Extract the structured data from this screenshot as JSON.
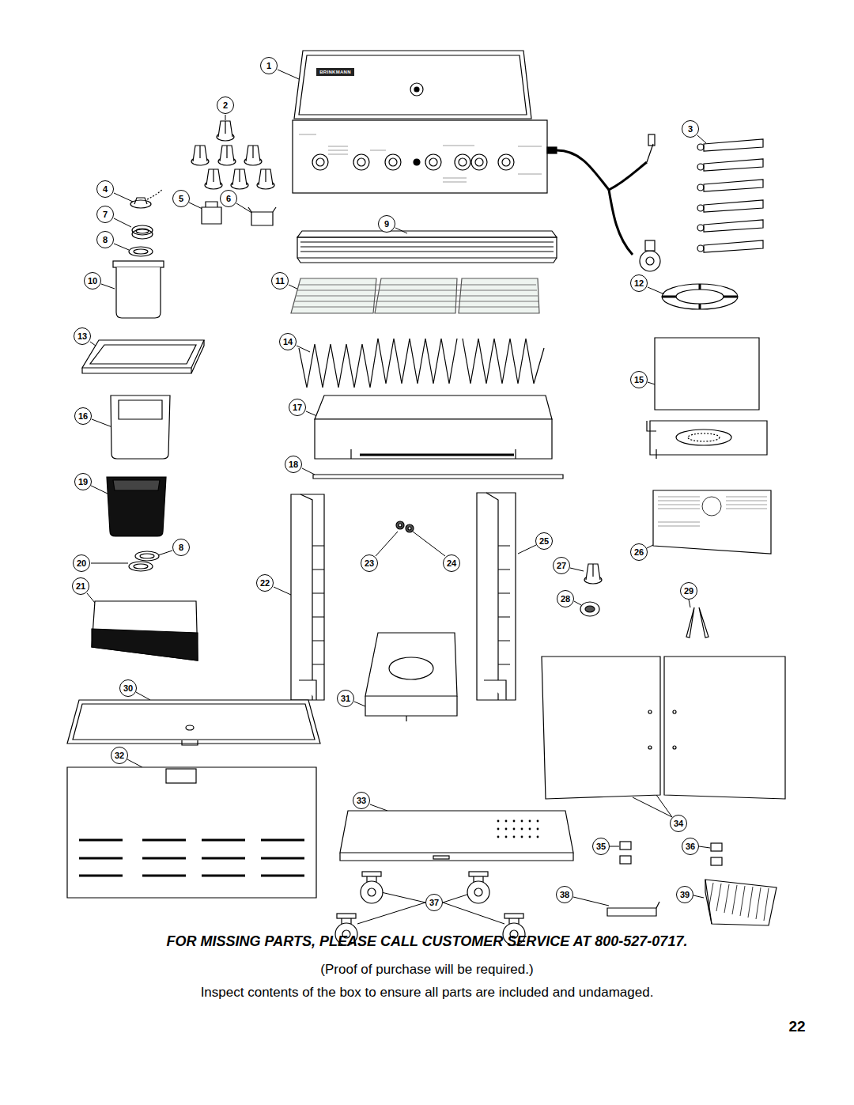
{
  "diagram": {
    "labels": [
      "1",
      "2",
      "3",
      "4",
      "5",
      "6",
      "7",
      "9",
      "8",
      "10",
      "11",
      "12",
      "13",
      "14",
      "15",
      "16",
      "17",
      "18",
      "19",
      "8",
      "25",
      "20",
      "23",
      "24",
      "26",
      "27",
      "21",
      "22",
      "29",
      "28",
      "30",
      "31",
      "32",
      "33",
      "34",
      "35",
      "36",
      "37",
      "38",
      "39",
      "FOR MISSING PARTS, PLEASE CALL CUSTOMER SERVICE AT 800-527-0717.",
      "(Proof of purchase will be required.)",
      "Inspect contents of the box to ensure all parts are included and undamaged.",
      "22",
      "BRINKMANN"
    ]
  }
}
